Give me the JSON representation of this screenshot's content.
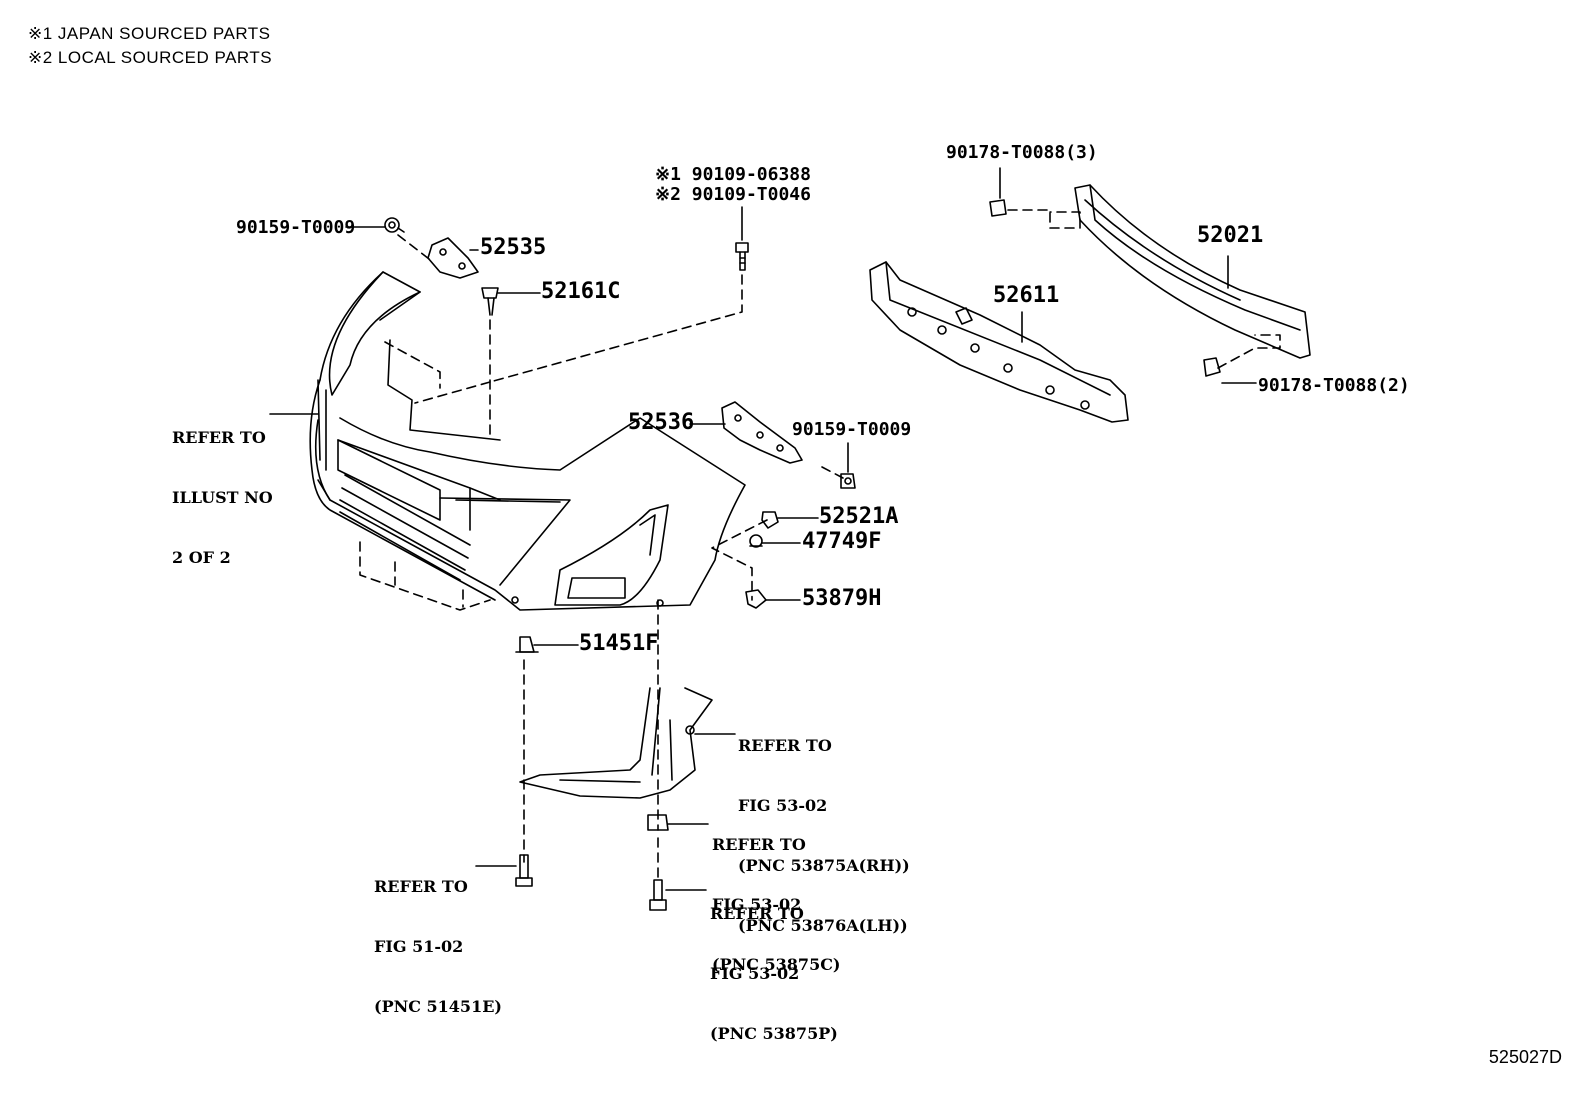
{
  "legend": {
    "line1": "※1 JAPAN SOURCED PARTS",
    "line2": "※2 LOCAL SOURCED PARTS"
  },
  "parts": {
    "p_90109_a": "※1 90109-06388",
    "p_90109_b": "※2 90109-T0046",
    "p_90159_left": "90159-T0009",
    "p_52535": "52535",
    "p_52161c": "52161C",
    "p_90178_3": "90178-T0088(3)",
    "p_52021": "52021",
    "p_52611": "52611",
    "p_90178_2": "90178-T0088(2)",
    "p_52536": "52536",
    "p_90159_right": "90159-T0009",
    "p_52521a": "52521A",
    "p_47749f": "47749F",
    "p_53879h": "53879H",
    "p_51451f": "51451F"
  },
  "refs": {
    "illust": [
      "REFER TO",
      "ILLUST NO",
      "2 OF 2"
    ],
    "fig53_a": [
      "REFER TO",
      "FIG 53-02",
      "(PNC 53875A(RH))",
      "(PNC 53876A(LH))"
    ],
    "fig53_c": [
      "REFER TO",
      "FIG 53-02",
      "(PNC 53875C)"
    ],
    "fig51": [
      "REFER TO",
      "FIG 51-02",
      "(PNC 51451E)"
    ],
    "fig53_p": [
      "REFER TO",
      "FIG 53-02",
      "(PNC 53875P)"
    ]
  },
  "doc_id": "525027D"
}
